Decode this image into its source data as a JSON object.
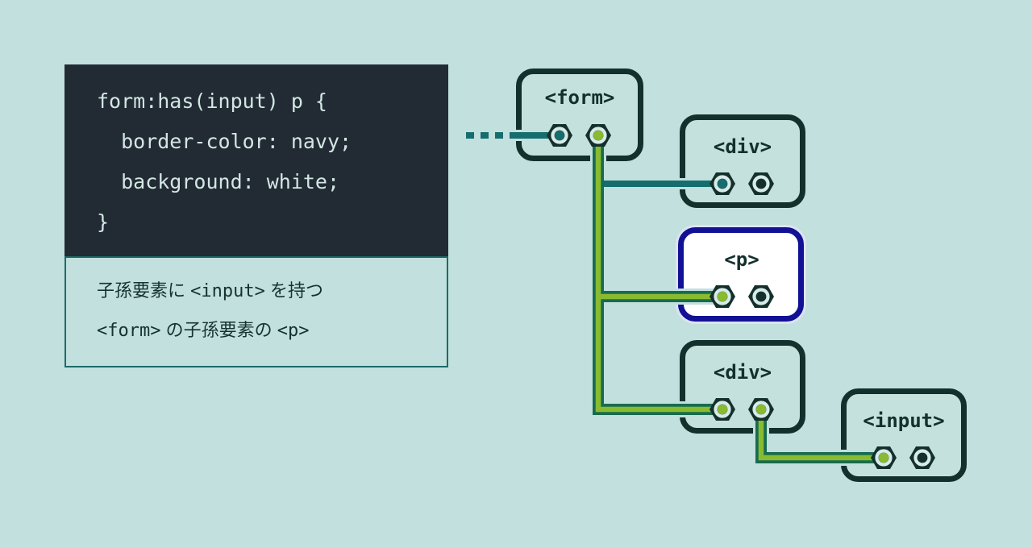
{
  "code_panel": {
    "lines": [
      "form:has(input) p {",
      "  border-color: navy;",
      "  background: white;",
      "}"
    ]
  },
  "caption": {
    "line1": {
      "pre": "子孫要素に ",
      "code": "<input>",
      "post": " を持つ"
    },
    "line2": {
      "code1": "<form>",
      "mid": " の子孫要素の ",
      "code2": "<p>"
    }
  },
  "diagram": {
    "nodes": [
      {
        "id": "form",
        "label": "<form>",
        "highlighted": false
      },
      {
        "id": "div1",
        "label": "<div>",
        "highlighted": false
      },
      {
        "id": "p",
        "label": "<p>",
        "highlighted": true
      },
      {
        "id": "div2",
        "label": "<div>",
        "highlighted": false
      },
      {
        "id": "input",
        "label": "<input>",
        "highlighted": false
      }
    ],
    "colors": {
      "background": "#c2e0dd",
      "code_bg": "#222b33",
      "code_text": "#d3e6e4",
      "caption_border": "#1d6b68",
      "caption_text": "#16322f",
      "node_border": "#14302c",
      "node_fill": "#c5e1de",
      "node_label": "#14302c",
      "highlight_border": "#111195",
      "highlight_fill": "#ffffff",
      "highlight_halo": "#dce3f4",
      "wire_teal": "#156d6e",
      "wire_green_dark": "#186b4f",
      "wire_green_light": "#89bb30",
      "port_ring": "#d7ebe8",
      "port_center_dark": "#14302c"
    }
  }
}
